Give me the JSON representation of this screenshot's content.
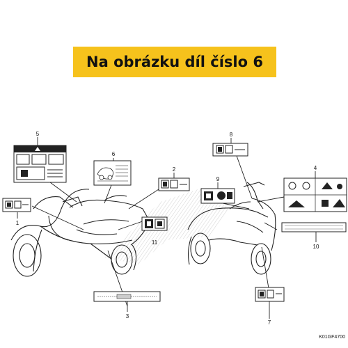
{
  "banner": {
    "title": "Na obrázku díl číslo 6"
  },
  "diagram": {
    "part_code": "K01GF4700",
    "parts": [
      {
        "number": "1",
        "label_kind": "service-label-icon"
      },
      {
        "number": "2",
        "label_kind": "service-label-icon"
      },
      {
        "number": "3",
        "label_kind": "strip-label"
      },
      {
        "number": "4",
        "label_kind": "pictogram-warning-label"
      },
      {
        "number": "5",
        "label_kind": "caution-label"
      },
      {
        "number": "6",
        "label_kind": "info-label-highlighted"
      },
      {
        "number": "7",
        "label_kind": "service-label-icon"
      },
      {
        "number": "8",
        "label_kind": "service-label-icon"
      },
      {
        "number": "9",
        "label_kind": "service-label-icon"
      },
      {
        "number": "10",
        "label_kind": "strip-label"
      },
      {
        "number": "11",
        "label_kind": "service-label-icon"
      }
    ],
    "colors": {
      "banner": "#f6c21c",
      "line": "#222222",
      "hatch": "#b8b8b8"
    }
  }
}
